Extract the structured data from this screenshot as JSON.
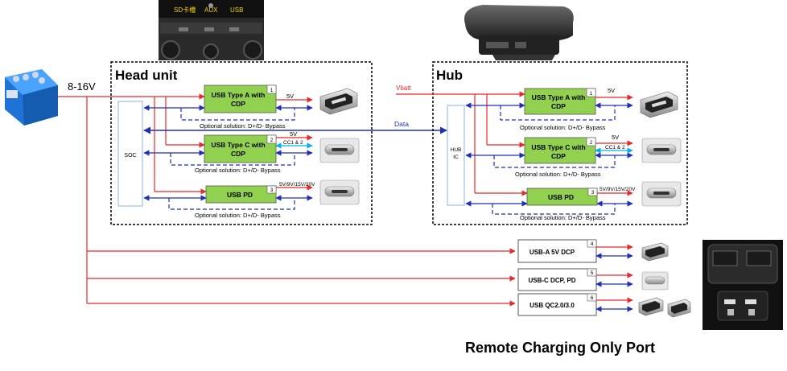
{
  "colors": {
    "power": "#e8282b",
    "data": "#1f2fb8",
    "block_fill": "#92d050",
    "cc_line": "#00b0f0",
    "soc_border": "#8ab4d8",
    "box_border": "#000000"
  },
  "supply": {
    "voltage": "8-16V"
  },
  "head_unit": {
    "title": "Head unit",
    "soc": "SOC",
    "blocks": [
      {
        "label_line1": "USB Type A with",
        "label_line2": "CDP",
        "index": "1",
        "out": "5V",
        "bypass": "Optional solution: D+/D- Bypass"
      },
      {
        "label_line1": "USB Type C with",
        "label_line2": "CDP",
        "index": "2",
        "out": "5V",
        "cc": "CC1 & 2",
        "bypass": "Optional solution: D+/D- Bypass"
      },
      {
        "label_line1": "USB PD",
        "label_line2": "",
        "index": "3",
        "out": "5V/9V/15V/20V",
        "bypass": "Optional solution: D+/D- Bypass"
      }
    ]
  },
  "data_link": {
    "label": "Data"
  },
  "hub": {
    "title": "Hub",
    "vbatt": "Vbatt",
    "ic_line1": "HUB",
    "ic_line2": "IC",
    "blocks": [
      {
        "label_line1": "USB Type A with",
        "label_line2": "CDP",
        "index": "1",
        "out": "5V",
        "bypass": "Optional solution: D+/D- Bypass"
      },
      {
        "label_line1": "USB Type C with",
        "label_line2": "CDP",
        "index": "2",
        "out": "5V",
        "cc": "CC1 & 2",
        "bypass": "Optional solution: D+/D- Bypass"
      },
      {
        "label_line1": "USB PD",
        "label_line2": "",
        "index": "3",
        "out": "5V/9V/15V/20V",
        "bypass": "Optional solution: D+/D- Bypass"
      }
    ]
  },
  "remote": {
    "title": "Remote Charging Only Port",
    "ports": [
      {
        "label": "USB-A 5V DCP",
        "index": "4"
      },
      {
        "label": "USB-C DCP, PD",
        "index": "5"
      },
      {
        "label": "USB QC2.0/3.0",
        "index": "6"
      }
    ]
  },
  "console_labels": {
    "sd": "SD卡槽",
    "aux": "AUX",
    "usb": "USB"
  }
}
